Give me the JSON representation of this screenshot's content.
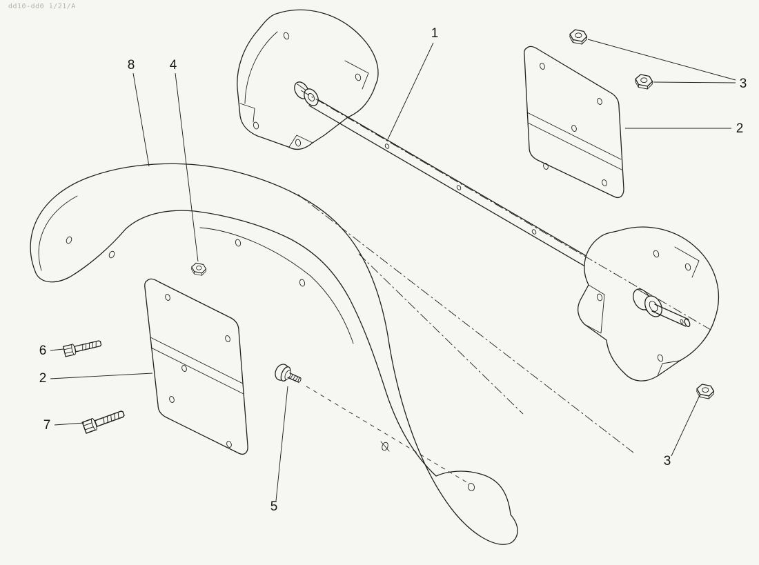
{
  "stamp": "dd10-dd0 1/21/A",
  "colors": {
    "background": "#f6f6f3",
    "ink": "#1f1f1f"
  },
  "callouts": {
    "shaft": "1",
    "plate_right": "2",
    "plate_left": "2",
    "nuts_top": "3",
    "nut_bottom": "3",
    "nut_center": "4",
    "shear_pin": "5",
    "bolt_upper": "6",
    "bolt_lower": "7",
    "spiral_flight": "8"
  }
}
